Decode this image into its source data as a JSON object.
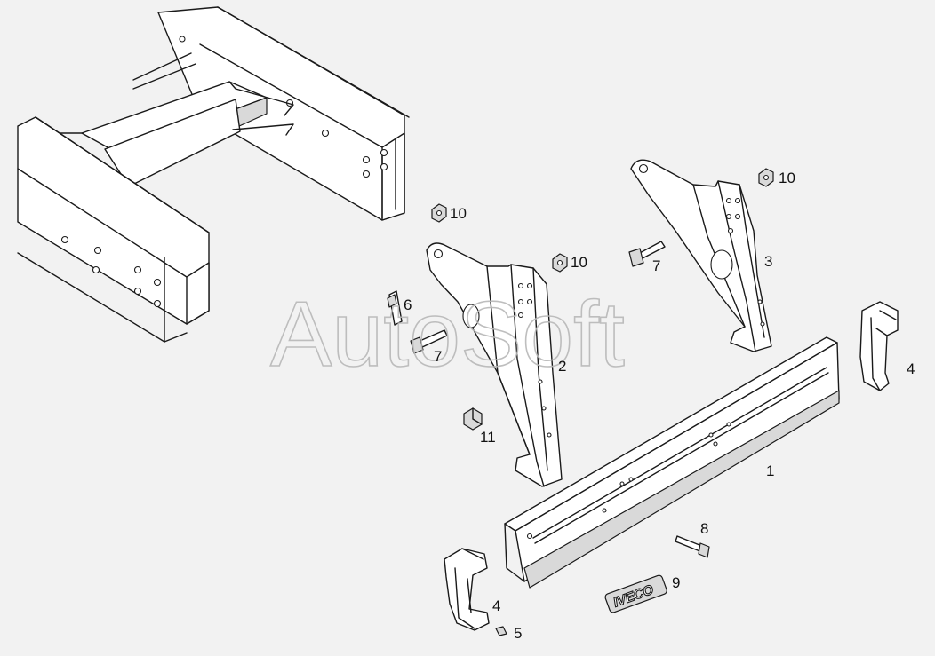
{
  "watermark": "AutoSoft",
  "badge_text": "IVECO",
  "callouts": {
    "c1": "1",
    "c2": "2",
    "c3": "3",
    "c4a": "4",
    "c4b": "4",
    "c5": "5",
    "c6": "6",
    "c7a": "7",
    "c7b": "7",
    "c8": "8",
    "c9": "9",
    "c10a": "10",
    "c10b": "10",
    "c10c": "10",
    "c11": "11"
  }
}
